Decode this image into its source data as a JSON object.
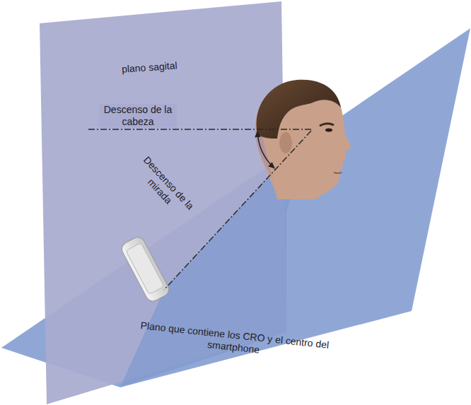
{
  "diagram": {
    "labels": [
      "plano sagital",
      "Descenso de la cabeza",
      "Descenso de la mirada",
      "Plano que contiene los CRO y el centro del smartphone"
    ]
  }
}
